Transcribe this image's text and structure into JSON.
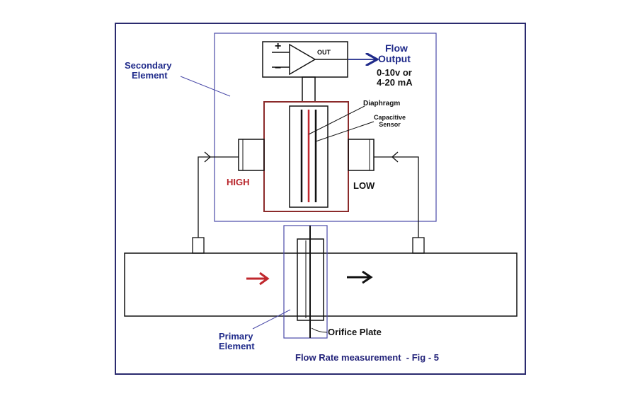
{
  "labels": {
    "secondary_element": [
      "Secondary",
      "Element"
    ],
    "primary_element": [
      "Primary",
      "Element"
    ],
    "flow_output": [
      "Flow",
      "Output"
    ],
    "output_range": [
      "0-10v or",
      "4-20 mA"
    ],
    "amp_out": "OUT",
    "amp_plus": "+",
    "amp_minus": "−",
    "diaphragm": "Diaphragm",
    "capacitive_sensor": [
      "Capacitive",
      "Sensor"
    ],
    "high": "HIGH",
    "low": "LOW",
    "orifice_plate": "Orifice Plate",
    "caption": "Flow Rate measurement  - Fig - 5"
  },
  "colors": {
    "frame": "#2a2a6e",
    "blue_label": "#1f2a8a",
    "sensor_box": "#8b2a2a",
    "high_pressure": "#b8262c",
    "line": "#111111"
  }
}
